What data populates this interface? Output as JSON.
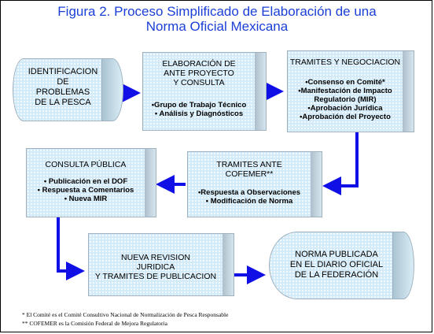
{
  "title": {
    "line1": "Figura 2.   Proceso Simplificado de Elaboración de una",
    "line2": "Norma Oficial Mexicana"
  },
  "nodes": {
    "identificacion": {
      "lines": [
        "IDENTIFICACION",
        "DE",
        "PROBLEMAS",
        "DE LA PESCA"
      ]
    },
    "elaboracion": {
      "title_lines": [
        "ELABORACIÓN DE",
        "ANTE PROYECTO",
        "Y CONSULTA"
      ],
      "items": [
        "•Grupo de Trabajo Técnico",
        "• Análisis y Diagnósticos"
      ]
    },
    "tramites": {
      "title_lines": [
        "TRAMITES Y NEGOCIACION"
      ],
      "items": [
        "•Consenso en Comité*",
        "•Manifestación de Impacto",
        "Regulatorio (MIR)",
        "•Aprobación Jurídica",
        "•Aprobación del Proyecto"
      ]
    },
    "consulta": {
      "title_lines": [
        "CONSULTA PÚBLICA"
      ],
      "items": [
        "• Publicación en el DOF",
        "• Respuesta a Comentarios",
        "• Nueva MIR"
      ]
    },
    "cofemer": {
      "title_lines": [
        "TRAMITES ANTE",
        "COFEMER**"
      ],
      "items": [
        "•Respuesta a Observaciones",
        "• Modificación de Norma"
      ]
    },
    "revision": {
      "lines": [
        "NUEVA REVISION",
        "JURIDICA",
        "Y TRAMITES DE PUBLICACION"
      ]
    },
    "publicada": {
      "lines": [
        "NORMA PUBLICADA",
        "EN EL DIARIO OFICIAL",
        "DE LA FEDERACIÓN"
      ]
    }
  },
  "footnotes": {
    "note1": "*   El Comité es el Comité Consultivo Nacional de Normalización de Pesca Responsable",
    "note2": "** COFEMER es la Comisión Federal de Mejora Regulatoria"
  },
  "colors": {
    "title": "#1b3fd6",
    "arrow": "#1010e6",
    "box": "#d3ebf8"
  }
}
